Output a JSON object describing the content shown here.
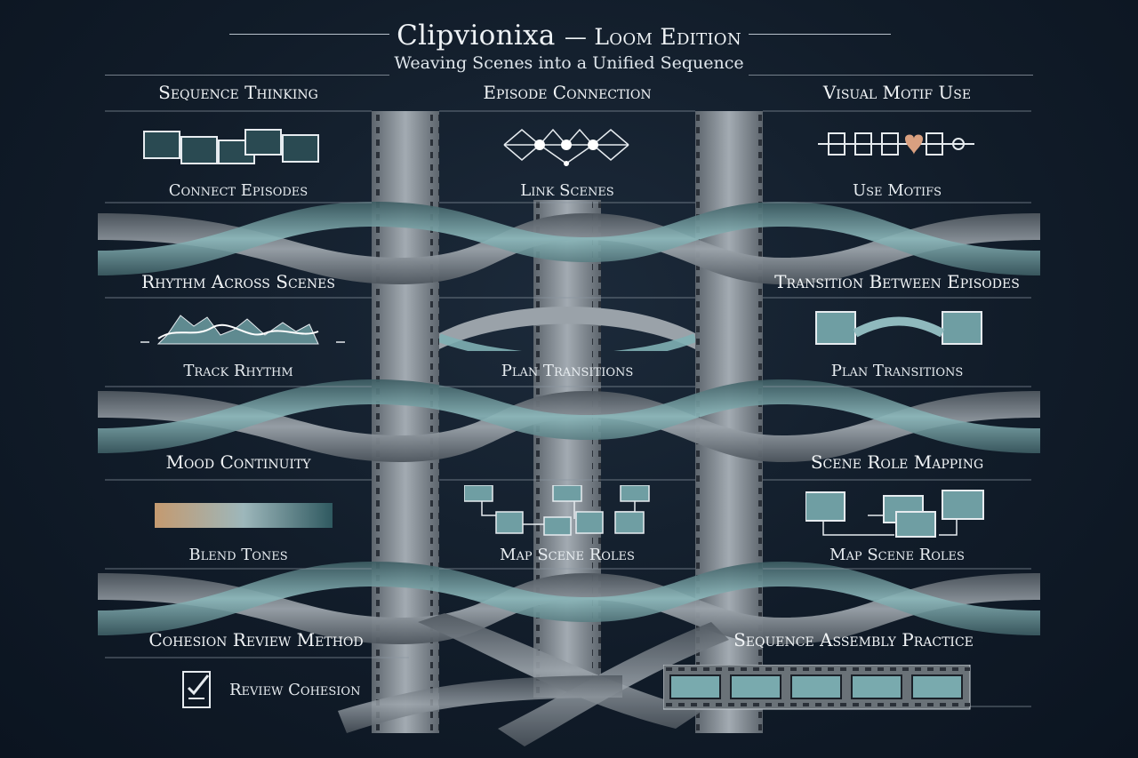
{
  "header": {
    "title": "Clipvionixa",
    "title_suffix": "— Loom Edition",
    "subtitle": "Weaving Scenes into a Unified Sequence"
  },
  "panels": {
    "sequence_thinking": {
      "heading": "Sequence Thinking",
      "caption": "Connect Episodes",
      "icon": "film-frames-icon"
    },
    "episode_connection": {
      "heading": "Episode Connection",
      "caption": "Link Scenes",
      "icon": "node-network-icon"
    },
    "visual_motif": {
      "heading": "Visual Motif Use",
      "caption": "Use Motifs",
      "icon": "motif-strip-icon"
    },
    "rhythm": {
      "heading": "Rhythm Across Scenes",
      "caption": "Track Rhythm",
      "icon": "rhythm-wave-icon"
    },
    "center_transitions": {
      "heading": "",
      "caption": "Plan Transitions",
      "icon": "film-arc-icon"
    },
    "transition_episodes": {
      "heading": "Transition Between Episodes",
      "caption": "Plan Transitions",
      "icon": "transition-link-icon"
    },
    "mood": {
      "heading": "Mood Continuity",
      "caption": "Blend Tones",
      "icon": "tone-gradient-icon"
    },
    "center_roles": {
      "heading": "",
      "caption": "Map Scene Roles",
      "icon": "role-map-icon"
    },
    "scene_role": {
      "heading": "Scene Role Mapping",
      "caption": "Map Scene Roles",
      "icon": "screen-map-icon"
    },
    "cohesion": {
      "heading": "Cohesion Review Method",
      "caption": "Review Cohesion",
      "icon": "checklist-icon"
    },
    "assembly": {
      "heading": "Sequence Assembly Practice",
      "caption": "",
      "icon": "film-strip-icon"
    }
  },
  "colors": {
    "background": "#111c29",
    "film_gray": "#8e969e",
    "film_teal": "#6f9ea3",
    "text": "#eef2f5"
  }
}
